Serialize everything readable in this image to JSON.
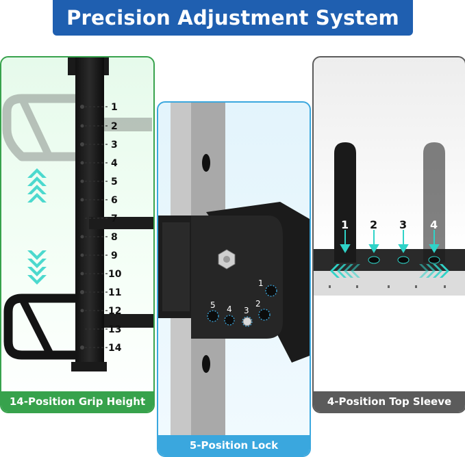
{
  "banner": {
    "title": "Precision Adjustment System"
  },
  "panels": {
    "grip": {
      "caption": "14-Position Grip Height",
      "positions": [
        "1",
        "2",
        "3",
        "4",
        "5",
        "6",
        "7",
        "8",
        "9",
        "10",
        "11",
        "12",
        "13",
        "14"
      ]
    },
    "lock": {
      "caption": "5-Position Lock",
      "positions": [
        "1",
        "2",
        "3",
        "4",
        "5"
      ]
    },
    "sleeve": {
      "caption": "4-Position Top Sleeve",
      "positions": [
        "1",
        "2",
        "3",
        "4"
      ]
    }
  },
  "colors": {
    "banner": "#1f5fb0",
    "grip_accent": "#37a24c",
    "lock_accent": "#3aa7de",
    "sleeve_accent": "#5b5b5b",
    "arrow_cyan": "#2fd3c8"
  }
}
